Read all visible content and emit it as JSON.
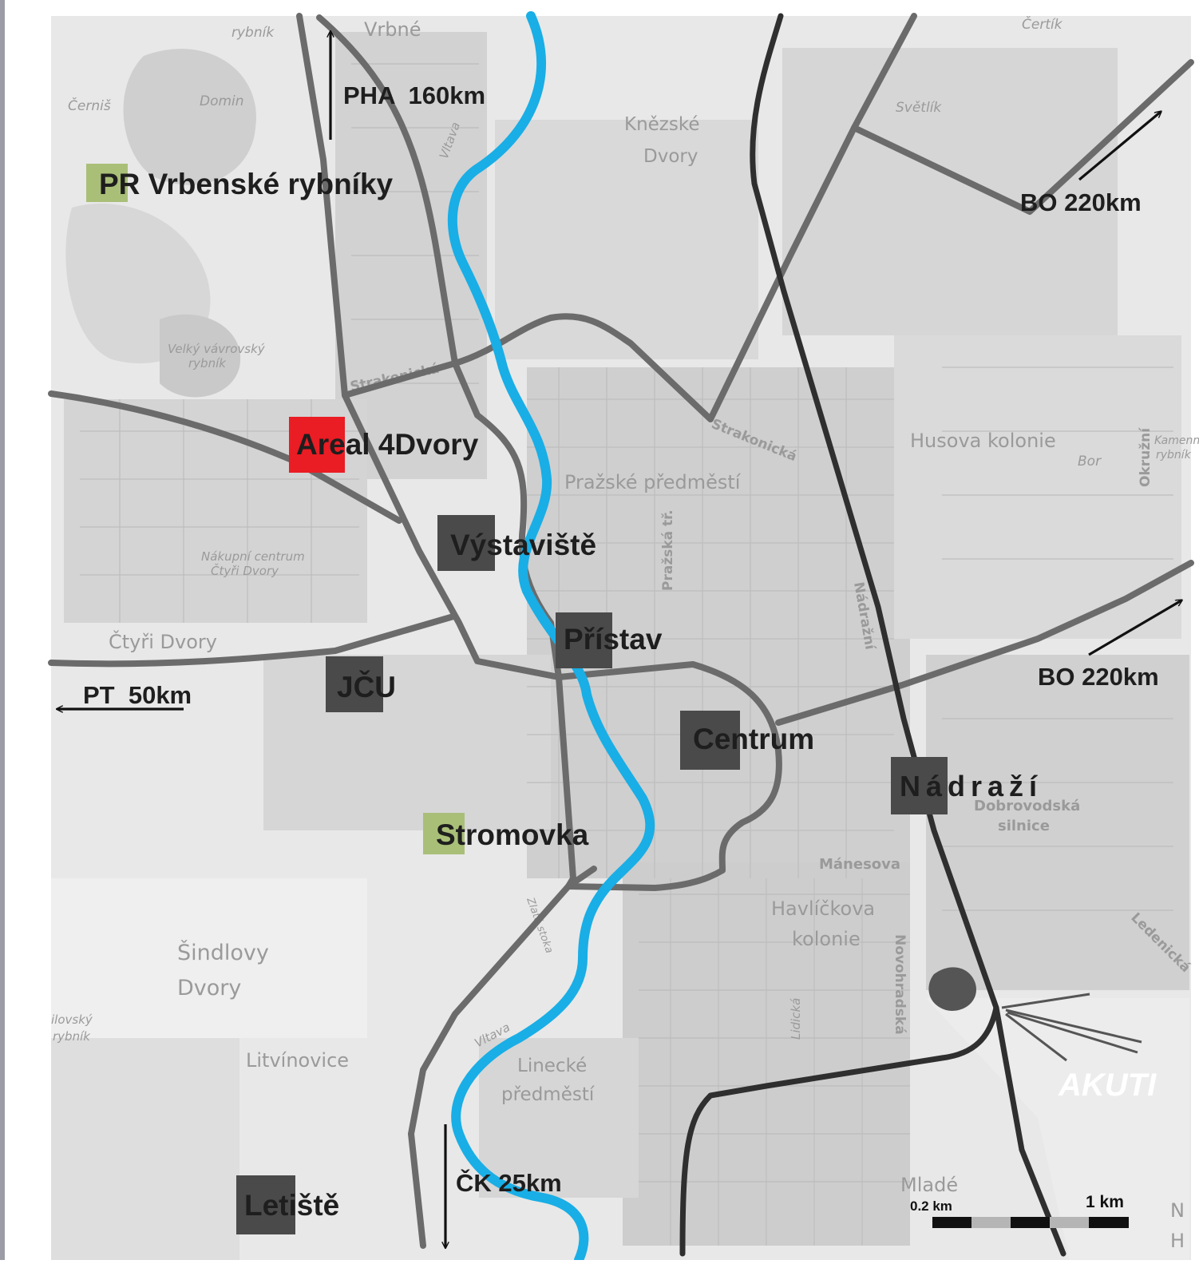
{
  "colors": {
    "river": "#19aee6",
    "road": "#6b6b6b",
    "rail": "#2f2f2f",
    "marker_dark": "#4a4a4a",
    "marker_green": "#a9bf78",
    "marker_red": "#ea1c24",
    "map_bg": "#e6e6e6"
  },
  "places": {
    "pr_vrbenske": "PR Vrbenské rybníky",
    "areal": "Areal 4Dvory",
    "vystaviste": "Výstaviště",
    "pristav": "Přístav",
    "jcu": "JČU",
    "centrum": "Centrum",
    "nadrazi": "Nádraží",
    "stromovka": "Stromovka",
    "letiste": "Letiště"
  },
  "directions": {
    "pha": "PHA  160km",
    "bo_top": "BO 220km",
    "bo_mid": "BO 220km",
    "pt": "PT  50km",
    "ck": "ČK 25km"
  },
  "scale": {
    "small": "0.2 km",
    "large": "1 km"
  },
  "basemap": {
    "vrbne": "Vrbné",
    "cerny_rybnik": "rybník",
    "cernis": "Černiš",
    "domin": "Domin",
    "knezske": "Knězské",
    "dvory_k": "Dvory",
    "certik": "Čertík",
    "svetlik": "Světlík",
    "vltava1": "Vltava",
    "velky_vavr": "Velký vávrovský",
    "rybnik2": "rybník",
    "strakonicka1": "Strakonická",
    "strakonicka2": "Strakonická",
    "prazske": "Pražské předměstí",
    "prazska": "Pražská tř.",
    "husova": "Husova kolonie",
    "bor": "Bor",
    "okruzni": "Okružní",
    "kamenny": "Kamenný",
    "rybnik3": "rybník",
    "nakupni": "Nákupní centrum",
    "ctyri_dvory_s": "Čtyři Dvory",
    "ctyri_dvory": "Čtyři Dvory",
    "nadrazni": "Nádražní",
    "dobrovodska": "Dobrovodská",
    "silnice": "silnice",
    "manesova": "Mánesova",
    "havlickova": "Havlíčkova",
    "kolonie": "kolonie",
    "novohradska": "Novohradská",
    "lidicka": "Lidická",
    "sindlovy": "Šindlovy",
    "dvory_s": "Dvory",
    "litvinovice": "Litvínovice",
    "linecke": "Linecké",
    "predmesti": "předměstí",
    "vltava2": "Vltava",
    "mlade": "Mladé",
    "ledenicka": "Ledenická",
    "zlata_stoka": "Zlatá stoka",
    "akuti": "AKUTI",
    "ilovsky": "ilovský",
    "rybnik4": "rybník",
    "nh_n": "N",
    "nh_h": "H"
  }
}
